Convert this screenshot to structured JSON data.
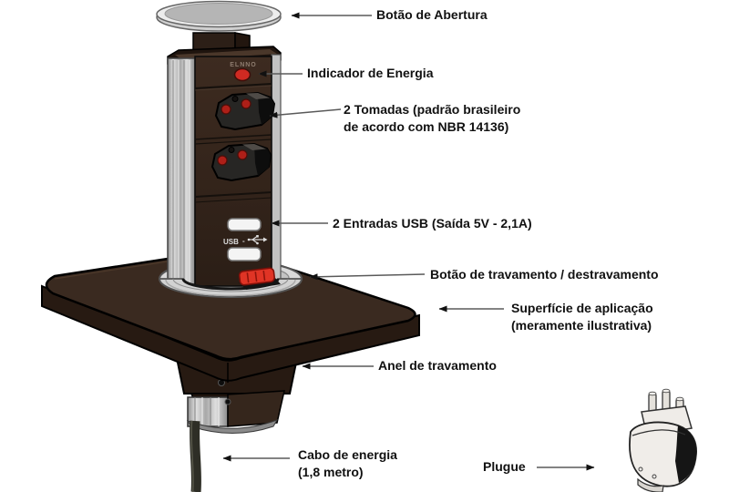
{
  "device": {
    "brand_text": "ELNNO",
    "usb_label": "USB"
  },
  "annotations": {
    "opening_button": {
      "label": "Botão de Abertura"
    },
    "power_indicator": {
      "label": "Indicador de Energia"
    },
    "outlets": {
      "line1": "2 Tomadas (padrão brasileiro",
      "line2": "de acordo com NBR 14136)"
    },
    "usb_ports": {
      "label": "2 Entradas USB (Saída 5V - 2,1A)"
    },
    "lock_button": {
      "label": "Botão de travamento / destravamento"
    },
    "surface": {
      "line1": "Superfície de aplicação",
      "line2": "(meramente ilustrativa)"
    },
    "lock_ring": {
      "label": "Anel de travamento"
    },
    "power_cable": {
      "line1": "Cabo de energia",
      "line2": "(1,8 metro)"
    },
    "plug": {
      "label": "Plugue"
    }
  },
  "colors": {
    "label_text": "#111111",
    "leader_line": "#5a5a5a",
    "arrowhead": "#111111",
    "tower_body": "#35241a",
    "table_top": "#3a2a20",
    "table_edge": "#271a12",
    "silver": "#c7c7c7",
    "indicator_red": "#cf2a22",
    "socket_hole_red": "#ae1f18",
    "lock_button_red": "#e03425",
    "cable": "#2e2e26",
    "plug_body": "#efede9"
  }
}
